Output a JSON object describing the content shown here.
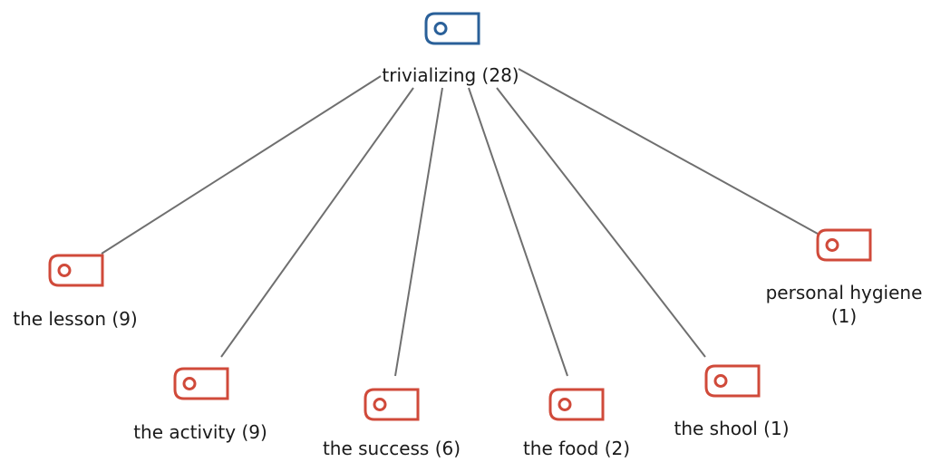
{
  "colors": {
    "root_icon": "#2a6099",
    "child_icon": "#d04a3a",
    "edge": "#6f6f6f",
    "text": "#1a1a1a"
  },
  "root": {
    "label": "trivializing (28)",
    "icon": "tag-icon"
  },
  "children": [
    {
      "id": "lesson",
      "label_lines": [
        "the lesson (9)"
      ],
      "icon": "tag-icon"
    },
    {
      "id": "activity",
      "label_lines": [
        "the activity (9)"
      ],
      "icon": "tag-icon"
    },
    {
      "id": "success",
      "label_lines": [
        "the success (6)"
      ],
      "icon": "tag-icon"
    },
    {
      "id": "food",
      "label_lines": [
        "the food (2)"
      ],
      "icon": "tag-icon"
    },
    {
      "id": "shool",
      "label_lines": [
        "the shool (1)"
      ],
      "icon": "tag-icon"
    },
    {
      "id": "hygiene",
      "label_lines": [
        "personal hygiene",
        "(1)"
      ],
      "icon": "tag-icon"
    }
  ]
}
